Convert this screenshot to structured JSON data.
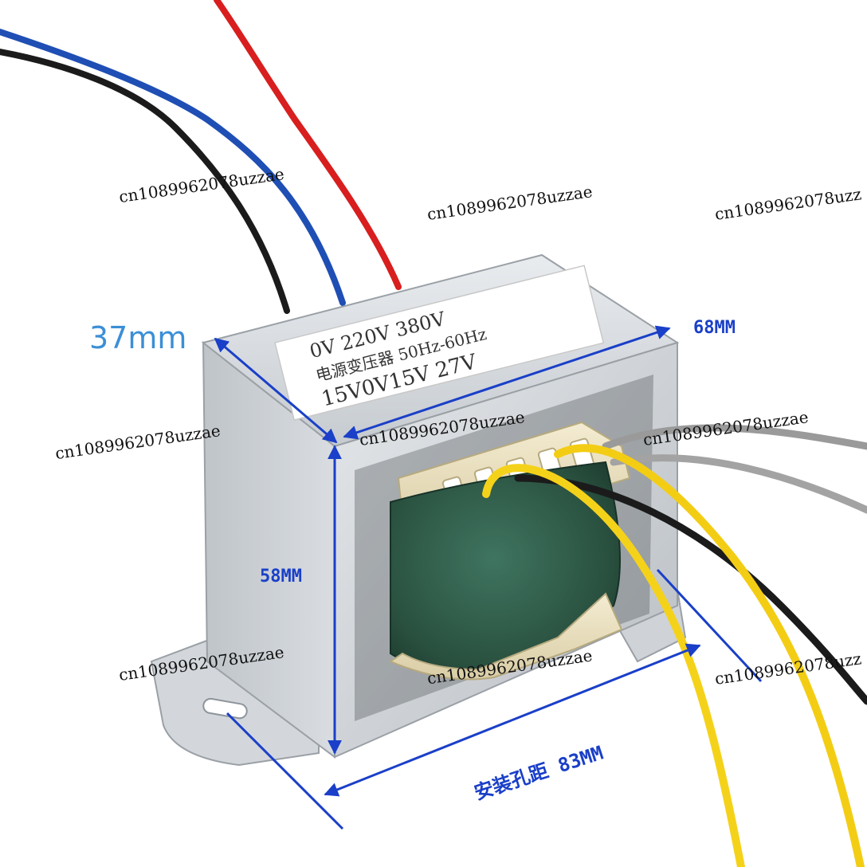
{
  "photo": {
    "subject": "power transformer product photo",
    "label_lines": [
      "0V  220V  380V",
      "电源变压器 50Hz-60Hz",
      "15V0V15V  27V"
    ]
  },
  "dimensions": {
    "depth": "37mm",
    "width": "68MM",
    "height": "58MM",
    "hole_spacing": "安装孔距 83MM"
  },
  "watermark": "cn1089962078uzzae",
  "watermark_clipped": "cn1089962078uzz",
  "colors": {
    "dimension_blue": "#1a3fc8",
    "depth_label": "#3b8fd6",
    "wire_red": "#d81e1e",
    "wire_blue": "#1f4fb4",
    "wire_black": "#1b1b1b",
    "wire_yellow": "#f5d21a",
    "wire_gray": "#9a9a9a",
    "coil_green": "#2f5b48",
    "frame_steel": "#c9cdd1"
  }
}
